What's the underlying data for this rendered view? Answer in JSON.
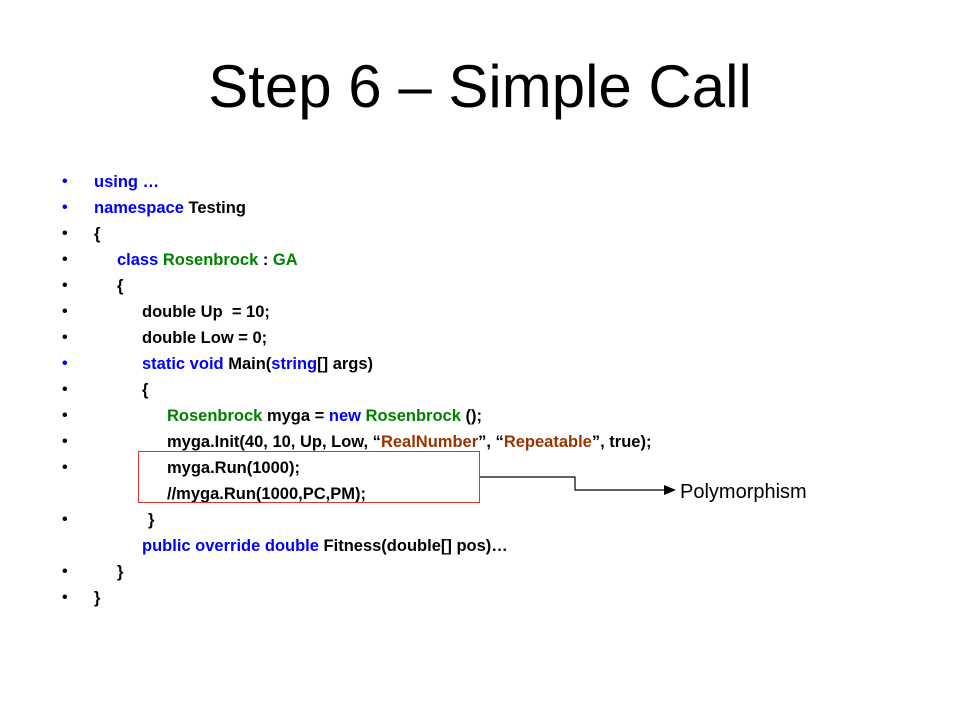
{
  "title": "Step 6 – Simple Call",
  "bullet_char": "•",
  "colors": {
    "keyword": "#0000ff",
    "type_name": "#008000",
    "string": "#993300",
    "text": "#000000",
    "highlight_box": "#e03030"
  },
  "code_lines": [
    {
      "bullet": true,
      "bullet_color": "#0000ff",
      "parts": [
        {
          "text": "using …",
          "color": "#0000ff"
        }
      ]
    },
    {
      "bullet": true,
      "bullet_color": "#0000ff",
      "parts": [
        {
          "text": "namespace",
          "color": "#0000ff"
        },
        {
          "text": " Testing",
          "color": "#000000"
        }
      ]
    },
    {
      "bullet": true,
      "bullet_color": "#000000",
      "parts": [
        {
          "text": "{",
          "color": "#000000"
        }
      ]
    },
    {
      "bullet": true,
      "bullet_color": "#000000",
      "parts": [
        {
          "text": "class",
          "color": "#0000ff"
        },
        {
          "text": " Rosenbrock",
          "color": "#008000"
        },
        {
          "text": " : ",
          "color": "#000000"
        },
        {
          "text": "GA",
          "color": "#008000"
        }
      ]
    },
    {
      "bullet": true,
      "bullet_color": "#000000",
      "parts": [
        {
          "text": "{",
          "color": "#000000"
        }
      ]
    },
    {
      "bullet": true,
      "bullet_color": "#000000",
      "parts": [
        {
          "text": "double Up  = 10;",
          "color": "#000000"
        }
      ]
    },
    {
      "bullet": true,
      "bullet_color": "#000000",
      "parts": [
        {
          "text": "double Low = 0;",
          "color": "#000000"
        }
      ]
    },
    {
      "bullet": true,
      "bullet_color": "#0000ff",
      "parts": [
        {
          "text": "static void",
          "color": "#0000ff"
        },
        {
          "text": " Main(",
          "color": "#000000"
        },
        {
          "text": "string",
          "color": "#0000ff"
        },
        {
          "text": "[] args)",
          "color": "#000000"
        }
      ]
    },
    {
      "bullet": true,
      "bullet_color": "#000000",
      "parts": [
        {
          "text": "{",
          "color": "#000000"
        }
      ]
    },
    {
      "bullet": true,
      "bullet_color": "#000000",
      "parts": [
        {
          "text": "Rosenbrock",
          "color": "#008000"
        },
        {
          "text": " myga = ",
          "color": "#000000"
        },
        {
          "text": "new",
          "color": "#0000ff"
        },
        {
          "text": " Rosenbrock",
          "color": "#008000"
        },
        {
          "text": " ();",
          "color": "#000000"
        }
      ]
    },
    {
      "bullet": true,
      "bullet_color": "#000000",
      "parts": [
        {
          "text": "myga.Init(40, 10, Up, Low, “",
          "color": "#000000"
        },
        {
          "text": "RealNumber",
          "color": "#993300"
        },
        {
          "text": "”, “",
          "color": "#000000"
        },
        {
          "text": "Repeatable",
          "color": "#993300"
        },
        {
          "text": "”, true);",
          "color": "#000000"
        }
      ]
    },
    {
      "bullet": true,
      "bullet_color": "#000000",
      "parts": [
        {
          "text": "myga.Run(1000);",
          "color": "#000000"
        }
      ]
    },
    {
      "bullet": false,
      "parts": [
        {
          "text": "//myga.Run(1000,PC,PM);",
          "color": "#000000"
        }
      ]
    },
    {
      "bullet": true,
      "bullet_color": "#000000",
      "parts": [
        {
          "text": "}",
          "color": "#000000"
        }
      ]
    },
    {
      "bullet": false,
      "parts": [
        {
          "text": "public override double",
          "color": "#0000ff"
        },
        {
          "text": " Fitness(double[] pos)…",
          "color": "#000000"
        }
      ]
    },
    {
      "bullet": true,
      "bullet_color": "#000000",
      "parts": [
        {
          "text": "}",
          "color": "#000000"
        }
      ]
    },
    {
      "bullet": true,
      "bullet_color": "#000000",
      "parts": [
        {
          "text": "}",
          "color": "#000000"
        }
      ]
    }
  ],
  "annotation": {
    "label": "Polymorphism"
  }
}
